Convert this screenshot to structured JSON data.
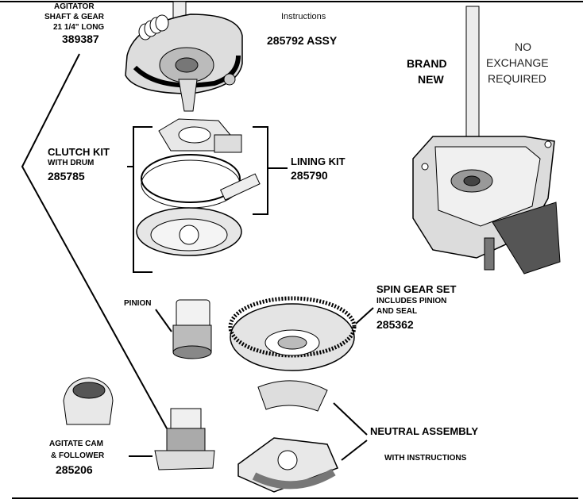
{
  "labels": {
    "agitator_line1": "AGITATOR",
    "agitator_line2": "SHAFT & GEAR",
    "agitator_line3": "21 1/4\" LONG",
    "agitator_part": "389387",
    "instructions_note": "Instructions",
    "assy_part": "285792 ASSY",
    "brand_line1": "BRAND",
    "brand_line2": "NEW",
    "no_exchange_line1": "NO",
    "no_exchange_line2": "EXCHANGE",
    "no_exchange_line3": "REQUIRED",
    "clutch_title": "CLUTCH  KIT",
    "clutch_sub": "WITH DRUM",
    "clutch_part": "285785",
    "lining_title": "LINING KIT",
    "lining_part": "285790",
    "pinion": "PINION",
    "spin_title": "SPIN GEAR SET",
    "spin_sub1": "INCLUDES PINION",
    "spin_sub2": "AND SEAL",
    "spin_part": "285362",
    "cam_line1": "AGITATE CAM",
    "cam_line2": "& FOLLOWER",
    "cam_part": "285206",
    "neutral_title": "NEUTRAL ASSEMBLY",
    "neutral_sub": "WITH INSTRUCTIONS"
  },
  "colors": {
    "ink": "#000000",
    "part_fill": "#e6e6e6",
    "part_dark": "#555555"
  }
}
